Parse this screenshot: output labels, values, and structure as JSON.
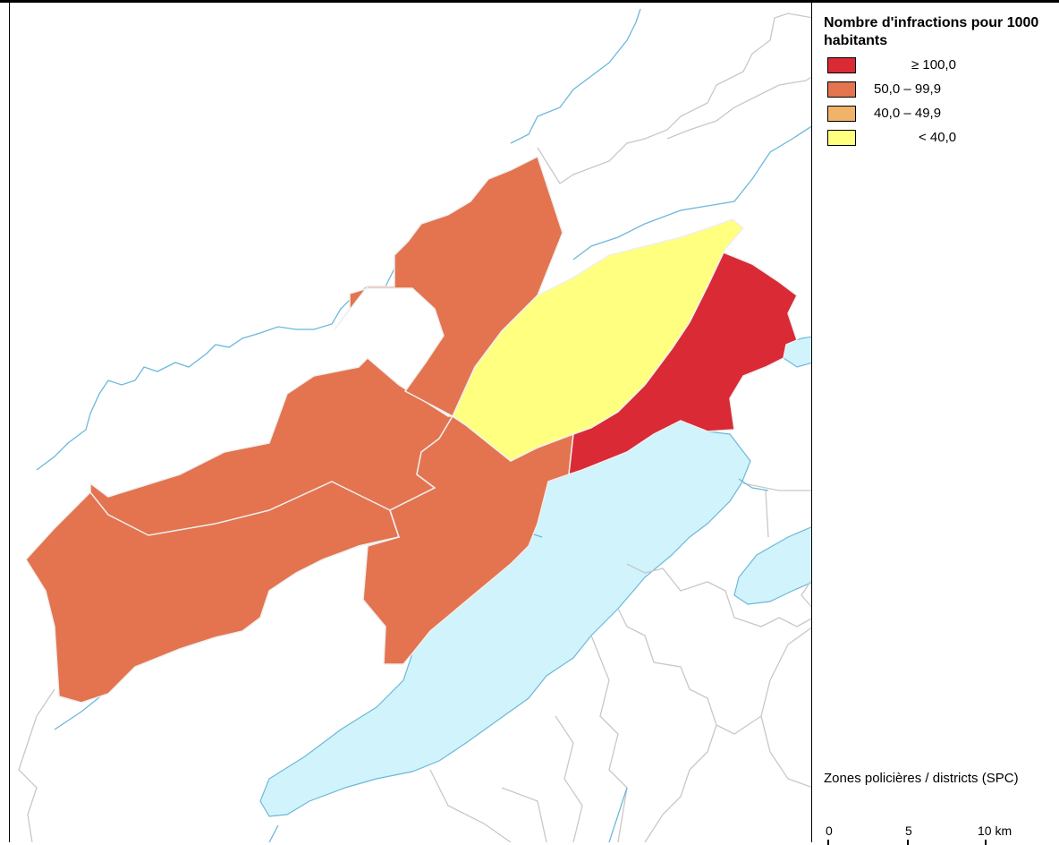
{
  "legend": {
    "title": "Nombre d'infractions pour 1000 habitants",
    "classes": [
      {
        "label": "≥ 100,0",
        "color": "#d92a35"
      },
      {
        "label": "50,0 – 99,9",
        "color": "#e3744f"
      },
      {
        "label": "40,0 – 49,9",
        "color": "#f0b36a"
      },
      {
        "label": "< 40,0",
        "color": "#ffff80"
      }
    ]
  },
  "zones_label": "Zones policières / districts (SPC)",
  "scale": {
    "ticks": [
      "0",
      "5",
      "10 km"
    ]
  },
  "colors": {
    "lake": "#d1f3fb",
    "water_line": "#6cb8d9",
    "border_line": "#c8c8c8",
    "district_line": "#f0f0f0"
  }
}
